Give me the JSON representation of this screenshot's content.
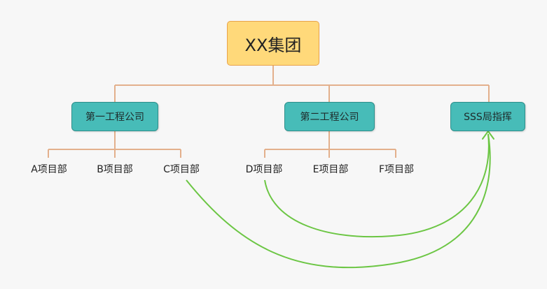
{
  "diagram": {
    "root": {
      "label": "XX集团"
    },
    "companies": [
      {
        "label": "第一工程公司"
      },
      {
        "label": "第二工程公司"
      },
      {
        "label": "SSS局指挥"
      }
    ],
    "projects": [
      {
        "label": "A项目部"
      },
      {
        "label": "B项目部"
      },
      {
        "label": "C项目部"
      },
      {
        "label": "D项目部"
      },
      {
        "label": "E项目部"
      },
      {
        "label": "F项目部"
      }
    ],
    "colors": {
      "connector": "#e3b08c",
      "root_fill": "#ffd97a",
      "root_border": "#e8a24a",
      "company_fill": "#47bcb8",
      "company_border": "#2e8f8b",
      "arrow": "#6cc644",
      "background": "#f7f7f7"
    },
    "arrows": [
      {
        "from": "C项目部",
        "to": "SSS局指挥"
      },
      {
        "from": "D项目部",
        "to": "SSS局指挥"
      }
    ]
  }
}
